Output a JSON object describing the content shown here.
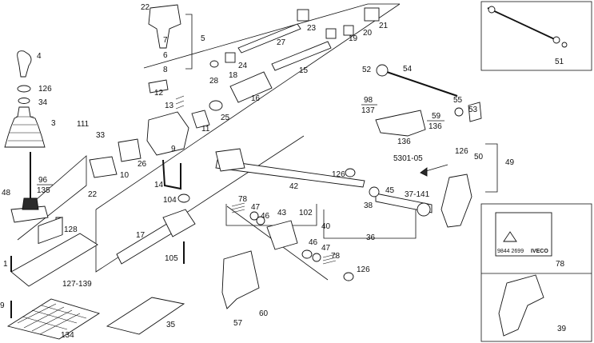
{
  "diagram": {
    "kind": "exploded-parts-diagram",
    "callouts": [
      "22",
      "5",
      "7",
      "6",
      "8",
      "4",
      "126",
      "34",
      "3",
      "12",
      "13",
      "11",
      "9",
      "26",
      "10",
      "111",
      "33",
      "96/135",
      "22",
      "48",
      "128",
      "1",
      "127-139",
      "9",
      "134",
      "35",
      "23",
      "27",
      "24",
      "28",
      "18",
      "15",
      "16",
      "25",
      "20",
      "21",
      "19",
      "52",
      "54",
      "98/137",
      "59/136",
      "55",
      "53",
      "136",
      "5301-05",
      "126",
      "50",
      "49",
      "42",
      "102",
      "43",
      "40",
      "104",
      "14",
      "17",
      "105",
      "78",
      "47",
      "46",
      "126",
      "45",
      "38",
      "37-141",
      "36",
      "46",
      "47",
      "78",
      "126",
      "57",
      "60",
      "51",
      "78",
      "39"
    ],
    "fraction_callouts": [
      {
        "num": "96",
        "den": "135"
      },
      {
        "num": "98",
        "den": "137"
      },
      {
        "num": "59",
        "den": "136"
      }
    ],
    "label_sheet_text": {
      "line1": "9844 2699",
      "brand": "IVECO"
    }
  }
}
